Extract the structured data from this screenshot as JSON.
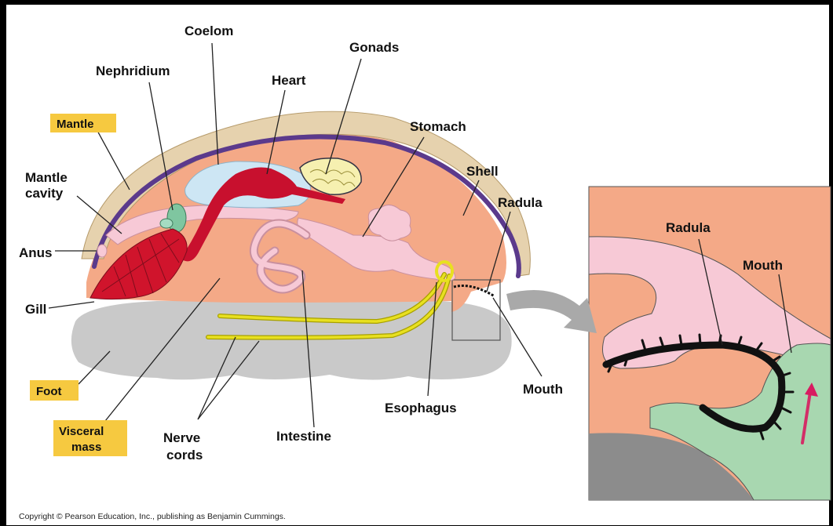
{
  "labels": {
    "coelom": "Coelom",
    "gonads": "Gonads",
    "nephridium": "Nephridium",
    "heart": "Heart",
    "mantle": "Mantle",
    "stomach": "Stomach",
    "mantle_cavity_1": "Mantle",
    "mantle_cavity_2": "cavity",
    "shell": "Shell",
    "radula": "Radula",
    "anus": "Anus",
    "gill": "Gill",
    "foot": "Foot",
    "visceral_mass_1": "Visceral",
    "visceral_mass_2": "mass",
    "nerve_cords_1": "Nerve",
    "nerve_cords_2": "cords",
    "intestine": "Intestine",
    "esophagus": "Esophagus",
    "mouth": "Mouth",
    "inset_radula": "Radula",
    "inset_mouth": "Mouth"
  },
  "copyright": "Copyright © Pearson Education, Inc., publishing as Benjamin Cummings.",
  "colors": {
    "shell": "#E6D2AE",
    "mantle": "#5B3A8C",
    "body": "#F4A987",
    "foot": "#C9C9C9",
    "gill": "#D0142C",
    "heart": "#C8102E",
    "gut": "#F7C9D6",
    "coelom": "#CDE6F4",
    "gonads": "#F6F0B0",
    "nerve": "#E8E020",
    "nephridium": "#7FC6A0",
    "label_box": "#F6C940",
    "inset_tongue": "#A8D7B0",
    "arrow": "#D81B60"
  }
}
